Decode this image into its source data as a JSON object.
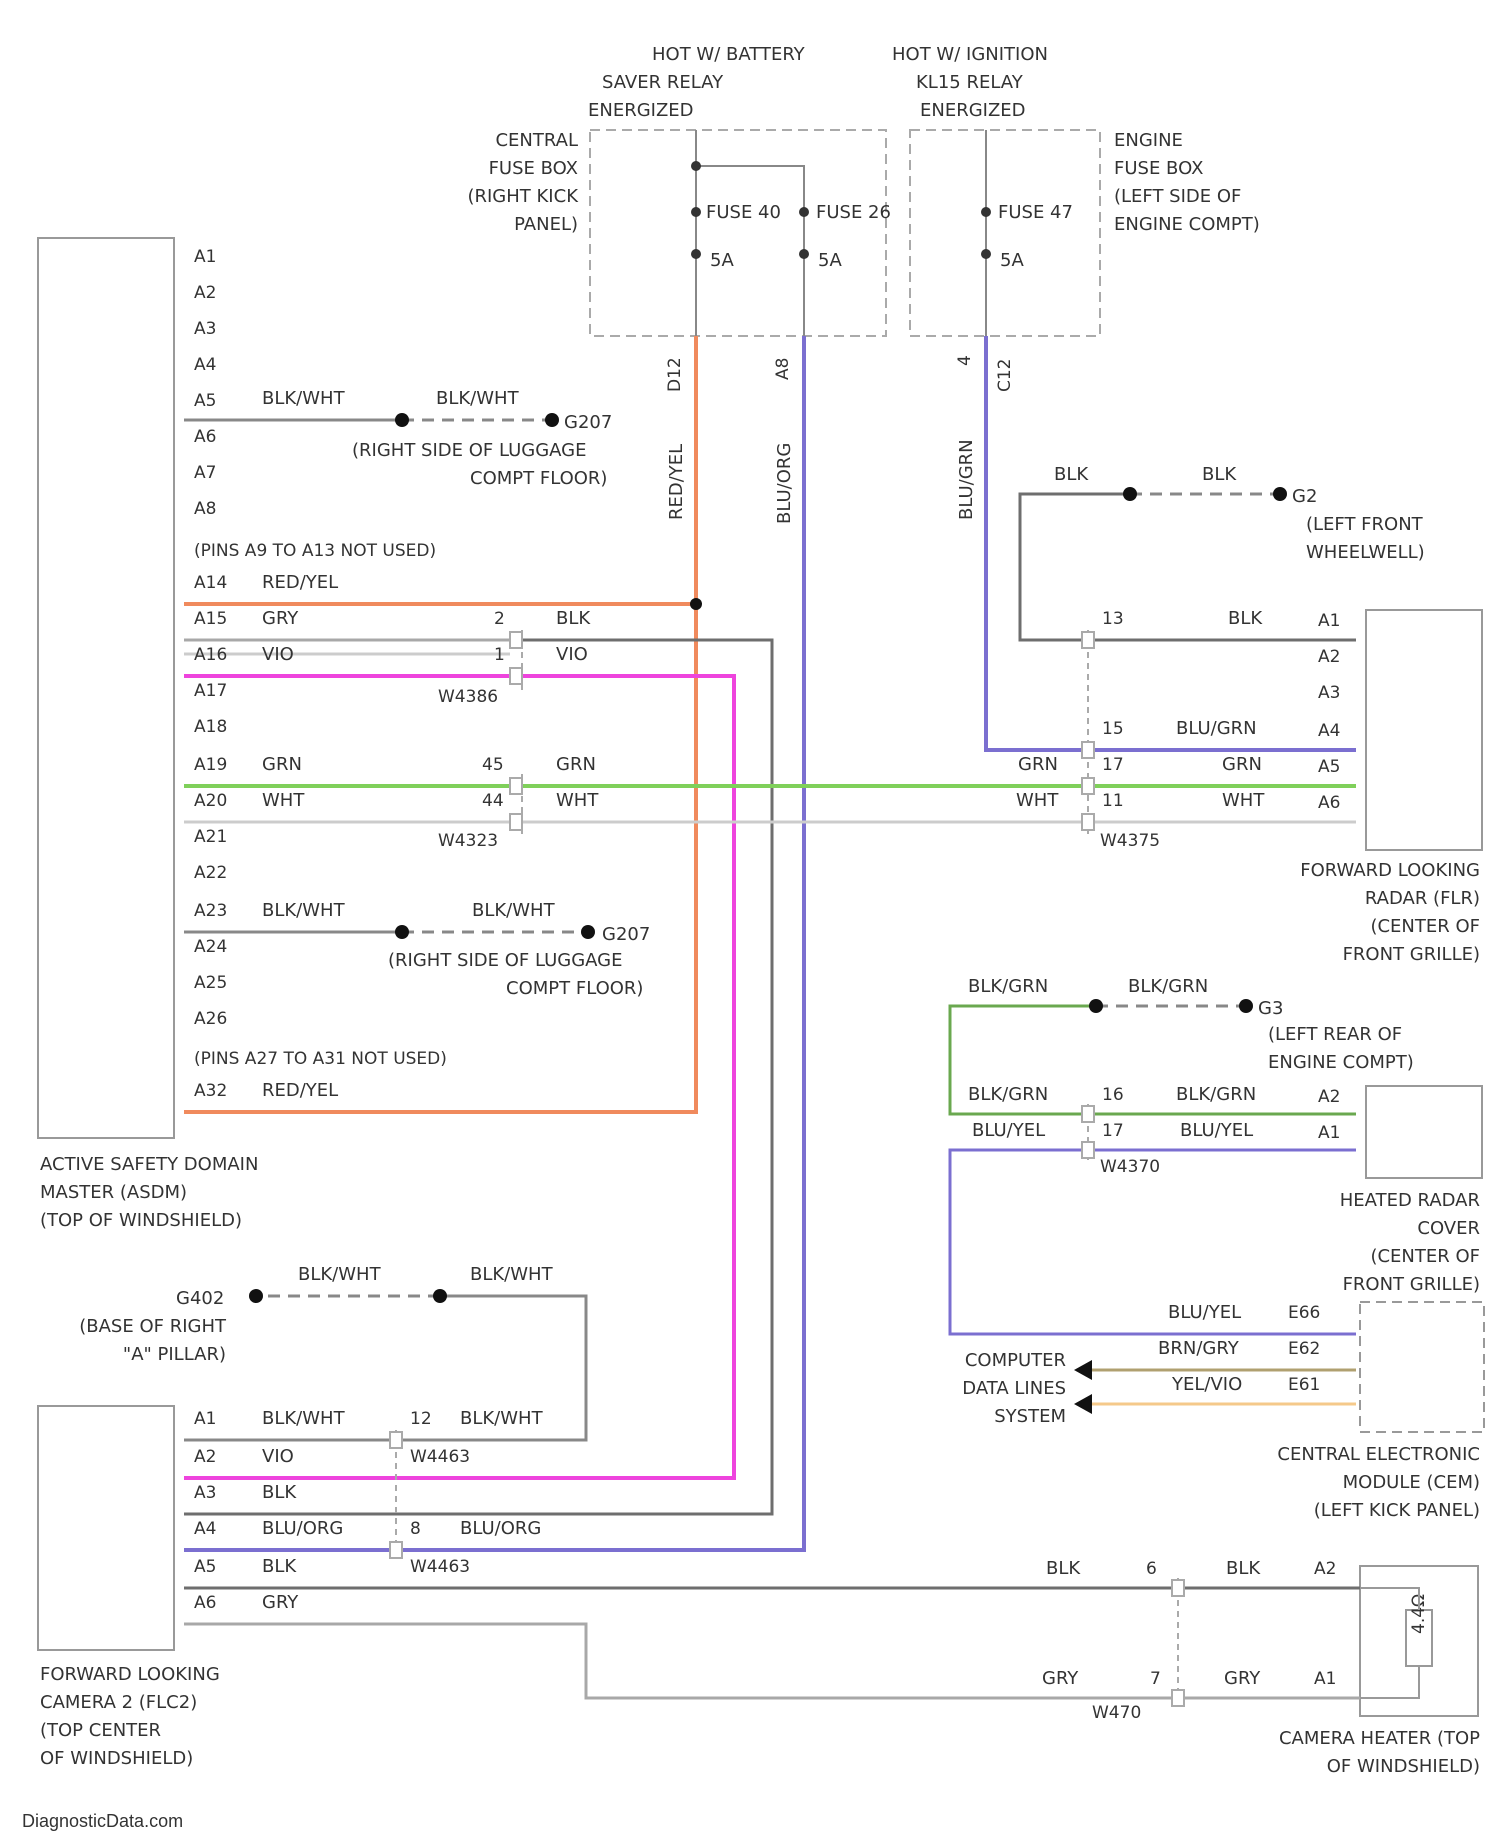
{
  "colors": {
    "red_yel": "#f08a5d",
    "blu_grn": "#7b6fd0",
    "vio": "#ee44dd",
    "grn": "#7fd05a",
    "blk": "#6e6e6e",
    "gry": "#a8a8a8",
    "wht": "#cccccc",
    "blk_grn": "#6aa84f",
    "blu_yel": "#7b6fd0",
    "brn_gry": "#b0a070",
    "yel_vio": "#f5c98a"
  },
  "power": {
    "battery_relay": [
      "HOT W/ BATTERY",
      "SAVER RELAY",
      "ENERGIZED"
    ],
    "ignition_relay": [
      "HOT W/ IGNITION",
      "KL15 RELAY",
      "ENERGIZED"
    ],
    "central_fuse_box": [
      "CENTRAL",
      "FUSE BOX",
      "(RIGHT KICK",
      "PANEL)"
    ],
    "engine_fuse_box": [
      "ENGINE",
      "FUSE BOX",
      "(LEFT SIDE OF",
      "ENGINE COMPT)"
    ],
    "fuse_40": "FUSE 40",
    "fuse_26": "FUSE 26",
    "fuse_47": "FUSE 47",
    "amp": "5A",
    "cavity_d12": "D12",
    "cavity_a8": "A8",
    "cavity_4": "4",
    "cavity_c12": "C12"
  },
  "wire_labels": {
    "red_yel": "RED/YEL",
    "blu_org": "BLU/ORG",
    "blu_grn": "BLU/GRN",
    "blk_wht": "BLK/WHT",
    "blk": "BLK",
    "gry": "GRY",
    "vio": "VIO",
    "grn": "GRN",
    "wht": "WHT",
    "blk_grn": "BLK/GRN",
    "blu_yel": "BLU/YEL",
    "brn_gry": "BRN/GRY",
    "yel_vio": "YEL/VIO"
  },
  "asdm": {
    "pins": [
      "A1",
      "A2",
      "A3",
      "A4",
      "A5",
      "A6",
      "A7",
      "A8"
    ],
    "pins_not_used_1": "(PINS A9 TO A13 NOT USED)",
    "pins_mid": [
      "A14",
      "A15",
      "A16",
      "A17",
      "A18",
      "A19",
      "A20",
      "A21",
      "A22",
      "A23",
      "A24",
      "A25",
      "A26"
    ],
    "pins_not_used_2": "(PINS A27 TO A31 NOT USED)",
    "pin_a32": "A32",
    "name": [
      "ACTIVE SAFETY DOMAIN",
      "MASTER (ASDM)",
      "(TOP OF WINDSHIELD)"
    ]
  },
  "grounds": {
    "g207": "G207",
    "g207_loc": [
      "(RIGHT SIDE OF LUGGAGE",
      "COMPT FLOOR)"
    ],
    "g2": "G2",
    "g2_loc": [
      "(LEFT FRONT",
      "WHEELWELL)"
    ],
    "g3": "G3",
    "g3_loc": [
      "(LEFT REAR OF",
      "ENGINE COMPT)"
    ],
    "g402": "G402",
    "g402_loc": [
      "(BASE OF RIGHT",
      "\"A\" PILLAR)"
    ]
  },
  "connectors": {
    "c2": "2",
    "c1": "1",
    "c45": "45",
    "c44": "44",
    "w386": "W4386",
    "w323": "W4323",
    "c13": "13",
    "c15": "15",
    "c17": "17",
    "c11": "11",
    "w375": "W4375",
    "c16": "16",
    "c17b": "17",
    "w370": "W4370",
    "c12": "12",
    "c8": "8",
    "w463": "W4463",
    "w463b": "W4463",
    "c6": "6",
    "c7": "7",
    "w470": "W470"
  },
  "flr": {
    "pins": [
      "A1",
      "A2",
      "A3",
      "A4",
      "A5",
      "A6"
    ],
    "name": [
      "FORWARD LOOKING",
      "RADAR (FLR)",
      "(CENTER OF",
      "FRONT GRILLE)"
    ]
  },
  "radar_cover": {
    "pins": [
      "A2",
      "A1"
    ],
    "name": [
      "HEATED RADAR",
      "COVER",
      "(CENTER OF",
      "FRONT GRILLE)"
    ]
  },
  "cem": {
    "pins": [
      "E66",
      "E62",
      "E61"
    ],
    "data_lines": [
      "COMPUTER",
      "DATA LINES",
      "SYSTEM"
    ],
    "name": [
      "CENTRAL ELECTRONIC",
      "MODULE (CEM)",
      "(LEFT KICK PANEL)"
    ]
  },
  "flc": {
    "pins": [
      "A1",
      "A2",
      "A3",
      "A4",
      "A5",
      "A6"
    ],
    "name": [
      "FORWARD LOOKING",
      "CAMERA 2 (FLC2)",
      "(TOP CENTER",
      "OF WINDSHIELD)"
    ]
  },
  "heater": {
    "pins": [
      "A2",
      "A1"
    ],
    "name": [
      "CAMERA HEATER (TOP",
      "OF WINDSHIELD)"
    ]
  },
  "watermark": "DiagnosticData.com"
}
